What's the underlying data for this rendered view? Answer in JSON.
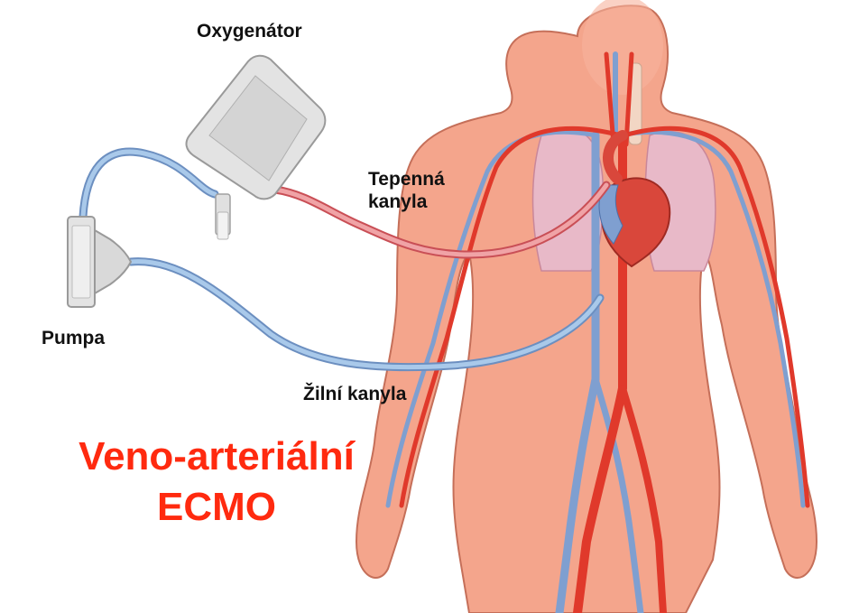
{
  "labels": {
    "oxygenator": "Oxygenátor",
    "arterial_cannula_line1": "Tepenná",
    "arterial_cannula_line2": "kanyla",
    "pump": "Pumpa",
    "venous_cannula": "Žilní kanyla"
  },
  "title": {
    "line1": "Veno-arteriální",
    "line2": "ECMO"
  },
  "colors": {
    "title": "#ff2a0f",
    "label": "#111111",
    "skin": "#f4a58c",
    "artery": "#e0392b",
    "vein": "#7f9fd0",
    "lung": "#e8b9c8",
    "tubing_arterial": "#f0a3a6",
    "tubing_venous": "#a9c9ea",
    "device": "#e3e3e3"
  },
  "icons": {
    "oxygenator": "oxygenator-device-icon",
    "pump": "centrifugal-pump-icon",
    "heart": "heart-icon"
  }
}
